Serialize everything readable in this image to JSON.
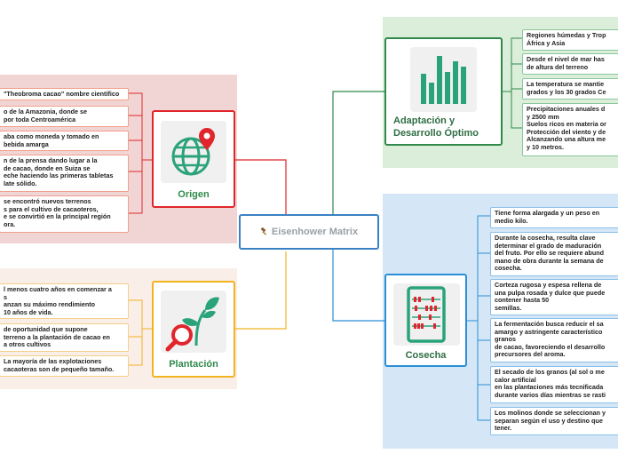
{
  "central": {
    "title": "Eisenhower Matrix",
    "icon": "gavel-icon"
  },
  "colors": {
    "origen": "#e0262c",
    "origen_bg": "#f1d5d5",
    "plantacion": "#f2b320",
    "plantacion_bg": "#faeee8",
    "adaptacion": "#2f8a4b",
    "adaptacion_bg": "#dbeed9",
    "cosecha": "#2a8fd6",
    "cosecha_bg": "#d5e7f6",
    "center_border": "#3b82c4"
  },
  "origen": {
    "title": "Origen",
    "icon": "globe-location-icon",
    "items": [
      "\"Theobroma cacao\" nombre científico",
      "o de la Amazonia, donde se\npor toda Centroamérica",
      "aba como moneda y tomado en\nbebida amarga",
      "n de la prensa dando lugar a la\nde cacao, donde en Suiza se\neche haciendo las primeras tabletas\nlate sólido.",
      "se encontró nuevos terrenos\ns para el cultivo de cacaoteros,\ne se convirtió en la principal región\nora."
    ]
  },
  "plantacion": {
    "title": "Plantación",
    "icon": "plant-search-icon",
    "items": [
      "l menos cuatro años en comenzar a\ns\nanzan su máximo rendimiento\n10 años de vida.",
      "de oportunidad que supone\nterreno a la plantación de cacao en\na otros cultivos",
      "La mayoría de las explotaciones\ncacaoteras son de pequeño tamaño."
    ]
  },
  "adaptacion": {
    "title": "Adaptación y\nDesarrollo Óptimo",
    "icon": "bar-chart-icon",
    "items": [
      "Regiones húmedas y Trop\nÁfrica y Asia",
      "Desde el nivel de mar has\nde altura del terreno",
      "La temperatura se mantie\ngrados y los 30 grados Ce",
      "Precipitaciones anuales d\ny 2500 mm\nSuelos ricos en materia or\nProtección del viento y de\nAlcanzando una altura me\ny 10 metros."
    ]
  },
  "cosecha": {
    "title": "Cosecha",
    "icon": "abacus-icon",
    "items": [
      "Tiene forma alargada y un peso en\nmedio kilo.",
      "Durante la cosecha, resulta clave\ndeterminar el grado de maduración\ndel fruto. Por ello se requiere abund\nmano de obra durante la semana de\ncosecha.",
      "Corteza rugosa y espesa rellena de\nuna pulpa rosada y dulce que puede\ncontener hasta 50\nsemillas.",
      "La fermentación busca reducir el sa\namargo y astringente característico\ngranos\nde cacao, favoreciendo el desarrollo\nprecursores del aroma.",
      "El secado de los granos (al sol o me\ncalor artificial\nen las plantaciones más tecnificada\ndurante varios días mientras se rasti",
      "Los molinos  donde se seleccionan y\nseparan según el uso y destino que\ntener."
    ]
  }
}
